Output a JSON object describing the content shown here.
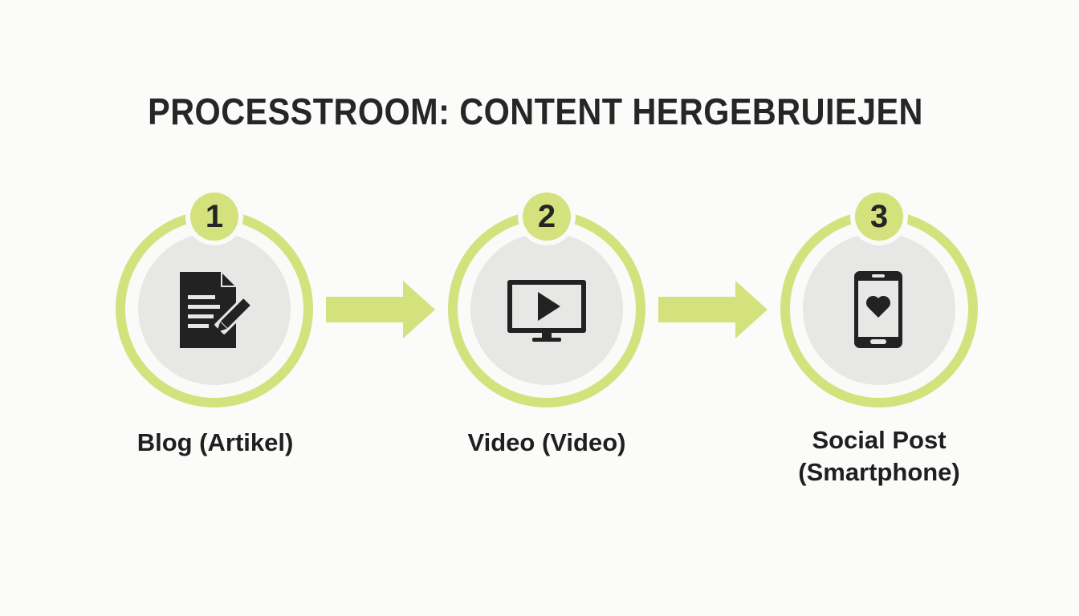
{
  "title": "PROCESSTROOM: CONTENT HERGEBRUIEJEN",
  "colors": {
    "accent": "#d4e27e",
    "circle_fill": "#e7e7e6",
    "icon": "#222222",
    "text": "#222222"
  },
  "steps": [
    {
      "number": "1",
      "icon": "document-edit-icon",
      "label_lines": [
        "Blog (Artikel)"
      ]
    },
    {
      "number": "2",
      "icon": "video-monitor-icon",
      "label_lines": [
        "Video (Video)"
      ]
    },
    {
      "number": "3",
      "icon": "smartphone-heart-icon",
      "label_lines": [
        "Social Post",
        "(Smartphone)"
      ]
    }
  ]
}
